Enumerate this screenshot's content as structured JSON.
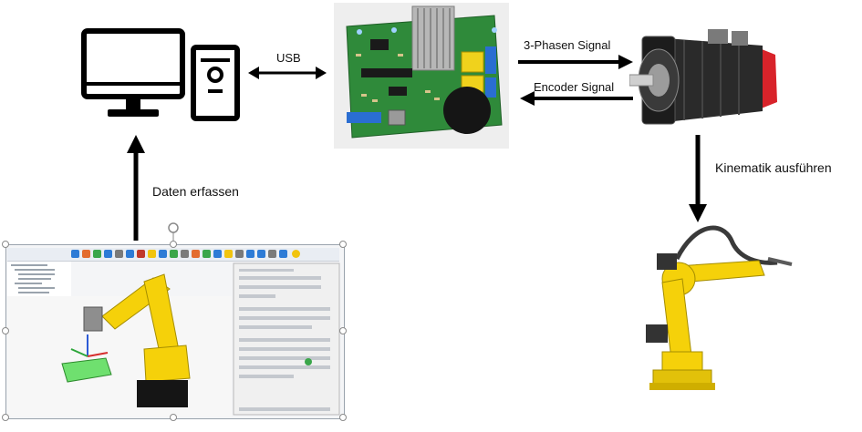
{
  "labels": {
    "usb": "USB",
    "three_phase": "3-Phasen Signal",
    "encoder": "Encoder Signal",
    "kinematik": "Kinematik ausführen",
    "daten": "Daten erfassen"
  },
  "colors": {
    "robot_yellow": "#f5d10a",
    "pcb_green": "#2f8a3a",
    "motor_red": "#d8232a",
    "arrow_black": "#000000"
  },
  "icons": [
    "computer-icon",
    "pcb-board-image",
    "servo-motor-image",
    "robot-arm-image",
    "software-screenshot-image"
  ]
}
